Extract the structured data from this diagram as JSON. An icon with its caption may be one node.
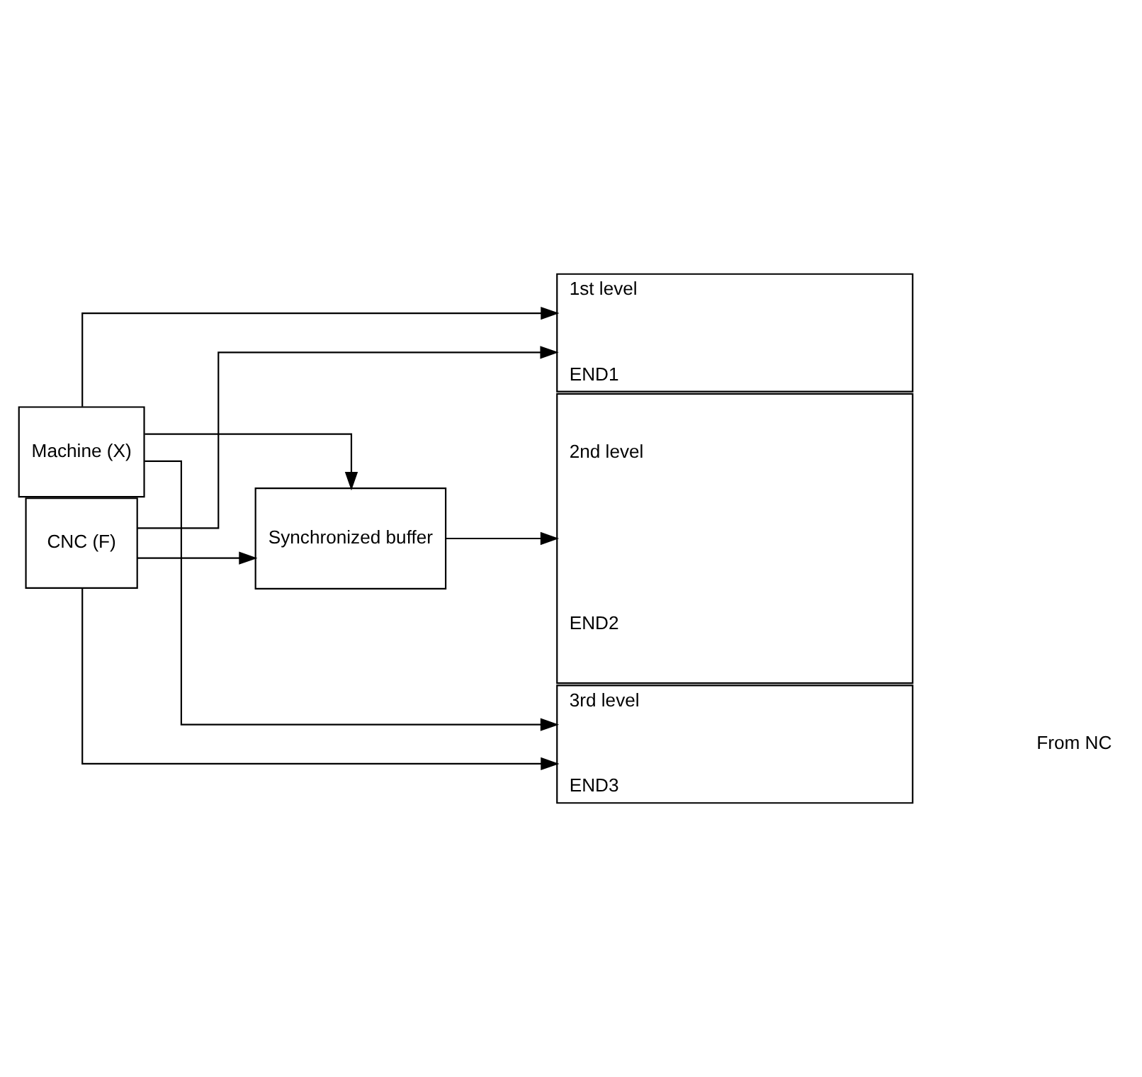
{
  "diagram": {
    "nodes": [
      {
        "text": [
          "CNC (F)"
        ]
      },
      {
        "text": [
          "Synchronized buffer"
        ]
      },
      {
        "text": [
          "Machine (X)"
        ]
      },
      {
        "text": [
          "1st level",
          "END1"
        ]
      },
      {
        "text": [
          "2nd level",
          "END2"
        ]
      },
      {
        "text": [
          "3rd level",
          "END3"
        ]
      }
    ],
    "edges": [
      {
        "from": 0,
        "to": 3,
        "arrow": "to"
      },
      {
        "from": 0,
        "to": 5,
        "arrow": "to"
      },
      {
        "from": 2,
        "to": 3,
        "arrow": "to"
      },
      {
        "from": 0,
        "to": 1,
        "arrow": "to"
      },
      {
        "from": 1,
        "to": 4,
        "arrow": "to"
      },
      {
        "from": 2,
        "to": 1,
        "arrow": "to"
      },
      {
        "from": 2,
        "to": 5,
        "arrow": "to"
      }
    ],
    "labels": [
      "From NC"
    ]
  }
}
